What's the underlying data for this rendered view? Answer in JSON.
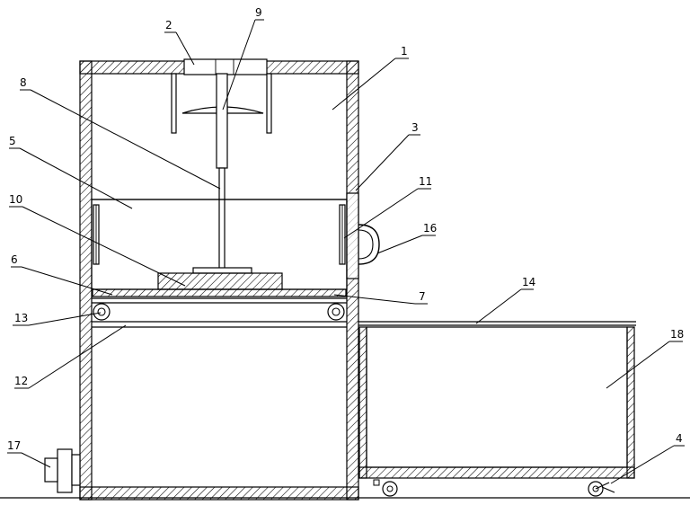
{
  "diagram": {
    "labels": [
      "1",
      "2",
      "3",
      "4",
      "5",
      "6",
      "7",
      "8",
      "9",
      "10",
      "11",
      "12",
      "13",
      "14",
      "16",
      "17",
      "18"
    ]
  },
  "colors": {
    "line": "#000000",
    "background": "#ffffff",
    "hatch": "#000000"
  }
}
